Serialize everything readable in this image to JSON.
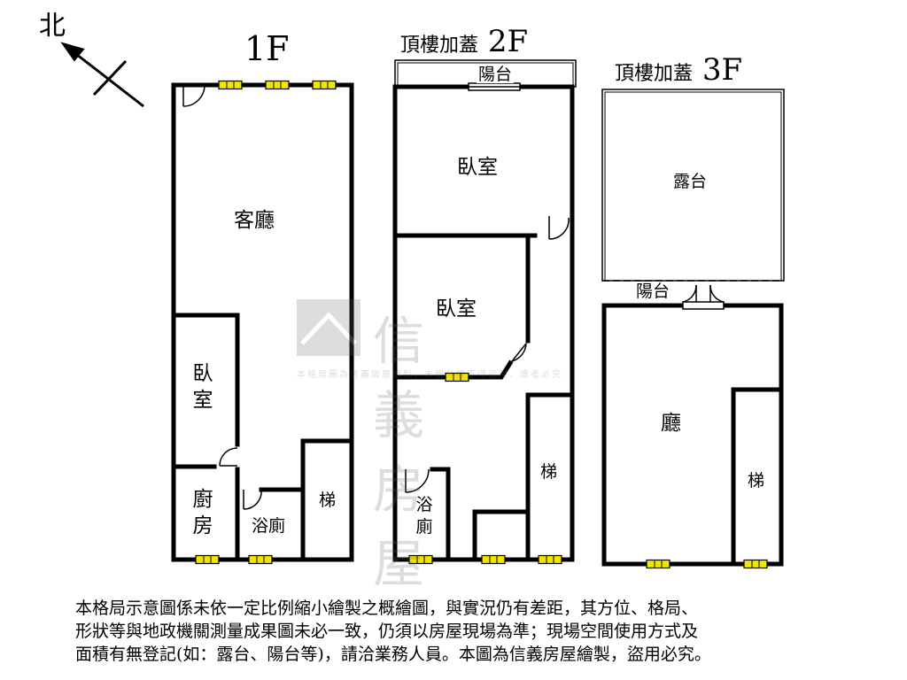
{
  "compass": {
    "label": "北"
  },
  "floor1": {
    "title": "1F",
    "rooms": {
      "living": "客廳",
      "bedroom": "臥室",
      "kitchen": "廚房",
      "bath": "浴廁",
      "stairs": "梯"
    }
  },
  "floor2": {
    "title_prefix": "頂樓加蓋",
    "title_floor": "2F",
    "rooms": {
      "balcony": "陽台",
      "bedroom_top": "臥室",
      "bedroom_mid": "臥室",
      "bath": "浴廁",
      "stairs": "梯"
    }
  },
  "floor3": {
    "title_prefix": "頂樓加蓋",
    "title_floor": "3F",
    "rooms": {
      "terrace": "露台",
      "balcony": "陽台",
      "hall": "廳",
      "stairs": "梯"
    }
  },
  "watermark": {
    "text": "信義房屋",
    "subtext": "本格局圖為信義房屋繪製，未經允許不得盜用，違者必究"
  },
  "disclaimer": {
    "lines": [
      "本格局示意圖係未依一定比例縮小繪製之概繪圖，與實況仍有差距，其方位、格局、",
      "形狀等與地政機關測量成果圖未必一致，仍須以房屋現場為準；現場空間使用方式及",
      "面積有無登記(如：露台、陽台等)，請洽業務人員。本圖為信義房屋繪製，盜用必究。"
    ]
  },
  "colors": {
    "wall": "#000000",
    "window": "#f2e600",
    "watermark": "#666666"
  }
}
